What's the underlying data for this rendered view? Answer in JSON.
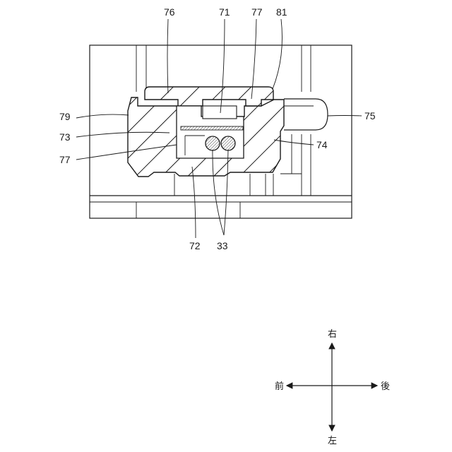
{
  "labels": {
    "l76": "76",
    "l71": "71",
    "l77a": "77",
    "l81": "81",
    "l79": "79",
    "l73": "73",
    "l77b": "77",
    "l74": "74",
    "l75": "75",
    "l72": "72",
    "l33": "33"
  },
  "compass": {
    "up": "右",
    "down": "左",
    "left": "前",
    "right": "後"
  }
}
